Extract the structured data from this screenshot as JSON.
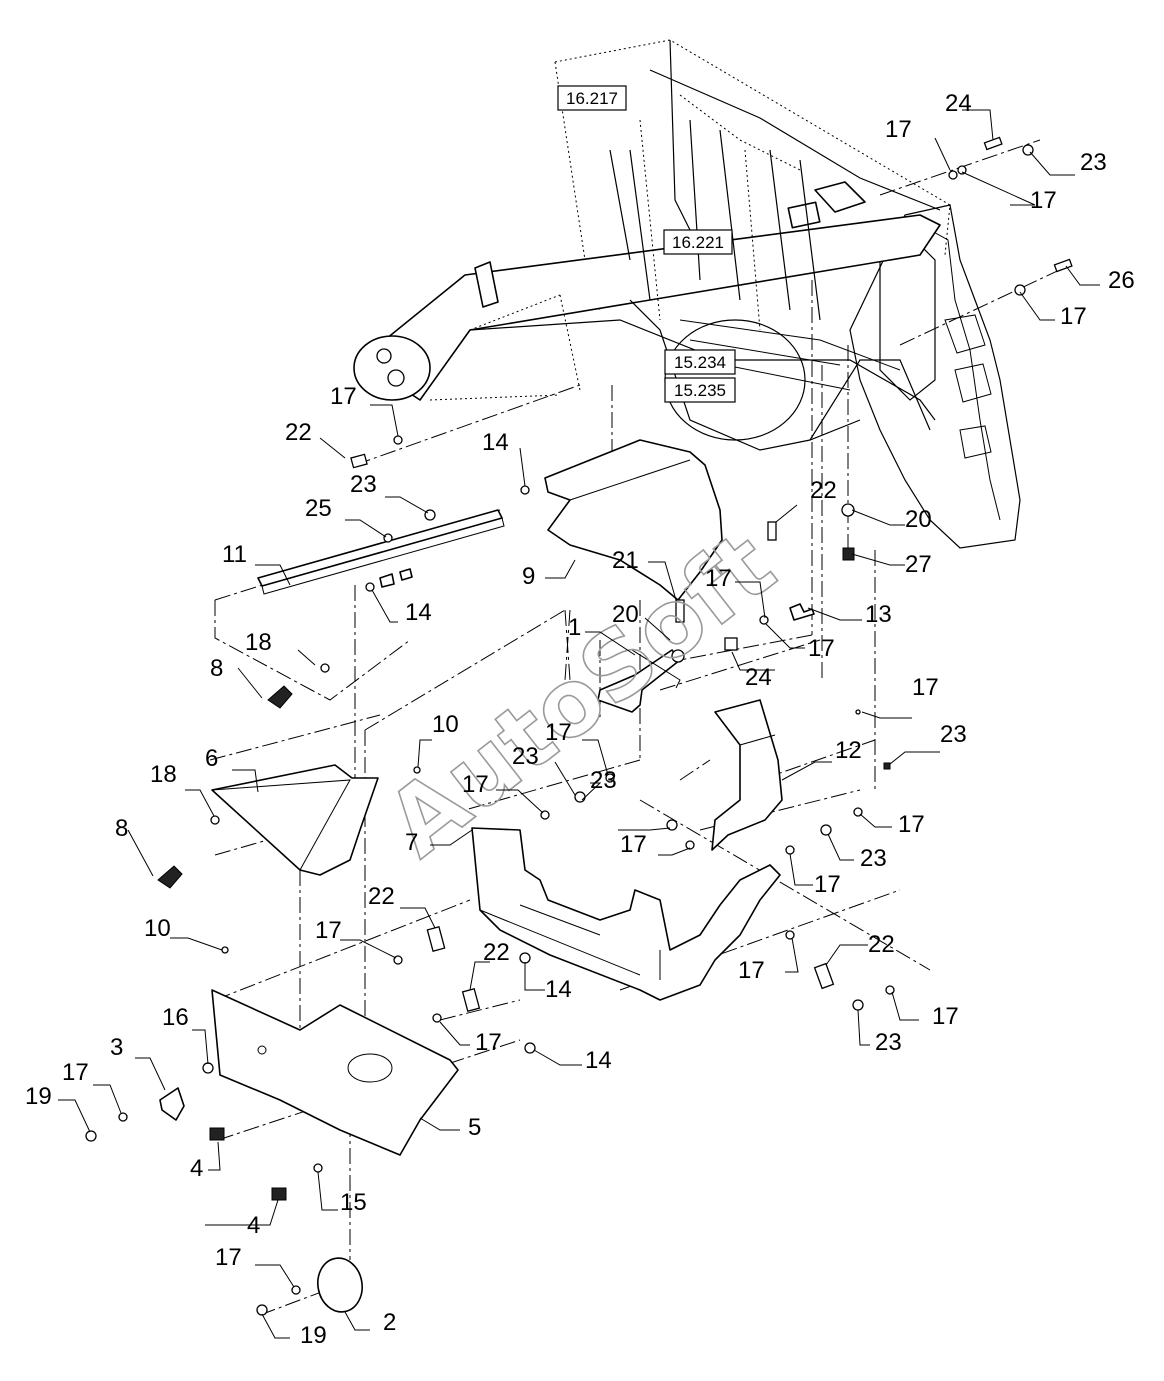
{
  "watermark": "AutoSoft",
  "reference_boxes": [
    "16.217",
    "16.221",
    "15.234",
    "15.235"
  ],
  "callouts": [
    "24",
    "17",
    "23",
    "17",
    "26",
    "17",
    "17",
    "22",
    "14",
    "23",
    "25",
    "11",
    "14",
    "9",
    "21",
    "20",
    "1",
    "22",
    "17",
    "20",
    "27",
    "13",
    "17",
    "24",
    "18",
    "8",
    "10",
    "6",
    "18",
    "8",
    "17",
    "23",
    "17",
    "23",
    "7",
    "17",
    "17",
    "12",
    "17",
    "23",
    "17",
    "23",
    "17",
    "22",
    "17",
    "10",
    "22",
    "14",
    "17",
    "16",
    "3",
    "17",
    "19",
    "14",
    "5",
    "4",
    "4",
    "15",
    "22",
    "17",
    "23",
    "17",
    "2",
    "19"
  ]
}
